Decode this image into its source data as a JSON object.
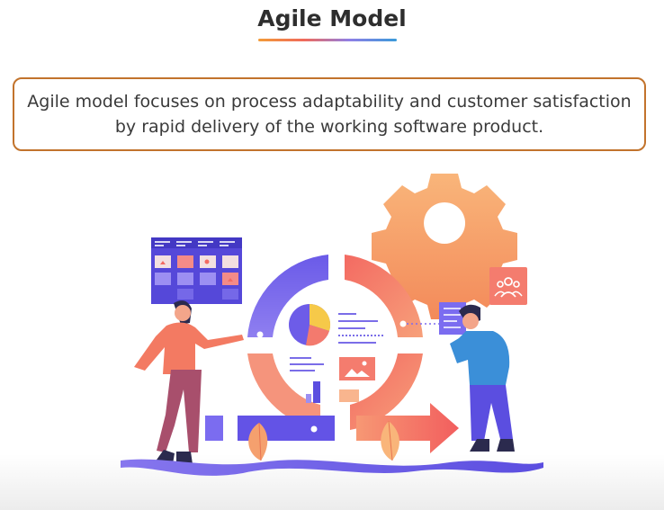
{
  "slide": {
    "title": "Agile Model",
    "description_lines": [
      "Agile model focuses on process adaptability and customer satisfaction",
      "by rapid delivery of the working software product."
    ]
  },
  "colors": {
    "accent_orange": "#c2732c",
    "gear": "#f7a766",
    "cycle_coral": "#f26d67",
    "cycle_purple": "#6f5bea",
    "pie_yellow": "#f6c949"
  },
  "icons": [
    "gear-icon",
    "team-icon",
    "kanban-board-icon",
    "pie-chart-icon",
    "image-icon",
    "checklist-icon",
    "agile-cycle-icon",
    "arrow-icon",
    "leaf-icon"
  ]
}
